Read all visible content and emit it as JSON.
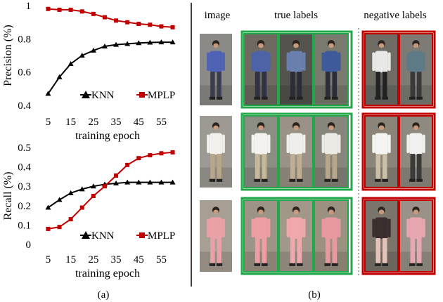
{
  "panel_a_label": "(a)",
  "panel_b_label": "(b)",
  "colors": {
    "knn": "#000000",
    "mplp": "#c00000",
    "true_box": "#22a84a",
    "negative_box": "#c00000",
    "divider": "#000000"
  },
  "chart_data": [
    {
      "type": "line",
      "title": "",
      "xlabel": "training epoch",
      "ylabel": "Precision (%)",
      "x": [
        5,
        10,
        15,
        20,
        25,
        30,
        35,
        40,
        45,
        50,
        55,
        60
      ],
      "xticks": [
        5,
        15,
        25,
        35,
        45,
        55
      ],
      "xtick_labels": [
        "5",
        "15",
        "25",
        "35",
        "45",
        "55"
      ],
      "ylim": [
        0.4,
        1.0
      ],
      "yticks": [
        0.4,
        0.6,
        0.8,
        1.0
      ],
      "ytick_labels": [
        "0.4",
        "0.6",
        "0.8",
        "1"
      ],
      "legend_position": "bottom-right",
      "series": [
        {
          "name": "KNN",
          "marker": "triangle",
          "color": "#000000",
          "values": [
            0.47,
            0.57,
            0.65,
            0.7,
            0.73,
            0.755,
            0.765,
            0.77,
            0.775,
            0.778,
            0.78,
            0.78
          ]
        },
        {
          "name": "MPLP",
          "marker": "square",
          "color": "#c00000",
          "values": [
            0.98,
            0.975,
            0.975,
            0.965,
            0.95,
            0.93,
            0.91,
            0.9,
            0.89,
            0.885,
            0.875,
            0.87
          ]
        }
      ]
    },
    {
      "type": "line",
      "title": "",
      "xlabel": "training epoch",
      "ylabel": "Recall (%)",
      "x": [
        5,
        10,
        15,
        20,
        25,
        30,
        35,
        40,
        45,
        50,
        55,
        60
      ],
      "xticks": [
        5,
        15,
        25,
        35,
        45,
        55
      ],
      "xtick_labels": [
        "5",
        "15",
        "25",
        "35",
        "45",
        "55"
      ],
      "ylim": [
        0,
        0.5
      ],
      "yticks": [
        0,
        0.1,
        0.2,
        0.3,
        0.4,
        0.5
      ],
      "ytick_labels": [
        "0",
        "0.1",
        "0.2",
        "0.3",
        "0.4",
        "0.5"
      ],
      "legend_position": "bottom-right",
      "series": [
        {
          "name": "KNN",
          "marker": "triangle",
          "color": "#000000",
          "values": [
            0.19,
            0.23,
            0.265,
            0.285,
            0.3,
            0.31,
            0.315,
            0.32,
            0.32,
            0.32,
            0.32,
            0.32
          ]
        },
        {
          "name": "MPLP",
          "marker": "square",
          "color": "#c00000",
          "values": [
            0.08,
            0.09,
            0.13,
            0.19,
            0.25,
            0.3,
            0.355,
            0.41,
            0.445,
            0.46,
            0.47,
            0.475
          ]
        }
      ]
    }
  ],
  "panel_b": {
    "headers": {
      "image": "image",
      "true": "true labels",
      "negative": "negative labels"
    },
    "rows": [
      {
        "name": "row-1",
        "query": {
          "shirt": "#4f63b6",
          "pants": "#3a3d4e",
          "bg": "#8c8a86"
        },
        "true": [
          {
            "shirt": "#4c63a8",
            "pants": "#2e3244",
            "bg": "#6e6a60"
          },
          {
            "shirt": "#6b7fae",
            "pants": "#2a2c38",
            "bg": "#55534d"
          },
          {
            "shirt": "#3f5a9a",
            "pants": "#2b2d38",
            "bg": "#7a7b6e"
          }
        ],
        "negative": [
          {
            "shirt": "#e8e8e6",
            "pants": "#222222",
            "bg": "#6e6c65"
          },
          {
            "shirt": "#5e7a86",
            "pants": "#3a3a3a",
            "bg": "#7d7b74"
          }
        ]
      },
      {
        "name": "row-2",
        "query": {
          "shirt": "#f1f0ec",
          "pants": "#b9a688",
          "bg": "#9c9a92"
        },
        "true": [
          {
            "shirt": "#f3f2ee",
            "pants": "#c8b89a",
            "bg": "#8c8e84"
          },
          {
            "shirt": "#efeeea",
            "pants": "#bfae92",
            "bg": "#9a9286"
          },
          {
            "shirt": "#eceae4",
            "pants": "#b7a68a",
            "bg": "#88857c"
          }
        ],
        "negative": [
          {
            "shirt": "#f4f4f2",
            "pants": "#cbbfa8",
            "bg": "#8a8479"
          },
          {
            "shirt": "#f0f0ee",
            "pants": "#3a3a3a",
            "bg": "#8f8a80"
          }
        ]
      },
      {
        "name": "row-3",
        "query": {
          "shirt": "#e9a0a6",
          "pants": "#e9a0a6",
          "bg": "#a89f94"
        },
        "true": [
          {
            "shirt": "#ec9ea4",
            "pants": "#ec9ea4",
            "bg": "#9c9486"
          },
          {
            "shirt": "#f0a8ae",
            "pants": "#f0a8ae",
            "bg": "#a1988a"
          },
          {
            "shirt": "#e898a0",
            "pants": "#e898a0",
            "bg": "#9a9180"
          }
        ],
        "negative": [
          {
            "shirt": "#3a2e2e",
            "pants": "#e3c2b8",
            "bg": "#7a746a"
          },
          {
            "shirt": "#e8a7b0",
            "pants": "#e8a7b0",
            "bg": "#9a9288"
          }
        ]
      }
    ]
  }
}
